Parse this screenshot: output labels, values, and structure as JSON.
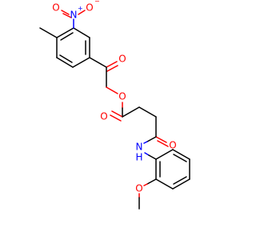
{
  "molecule": {
    "atom_labels": {
      "nitro_n": "N",
      "nitro_n_charge": "+",
      "nitro_o_left": "O",
      "nitro_o_right": "O",
      "nitro_o_right_charge": "−",
      "ketone_o": "O",
      "ester_o_single": "O",
      "ester_o_carbonyl": "O",
      "amide_o": "O",
      "amide_n": "N",
      "amide_h": "H",
      "methoxy_o": "O"
    },
    "colors": {
      "carbon": "#000000",
      "oxygen": "#ff0000",
      "nitrogen": "#0000ff",
      "background": "#ffffff"
    }
  }
}
